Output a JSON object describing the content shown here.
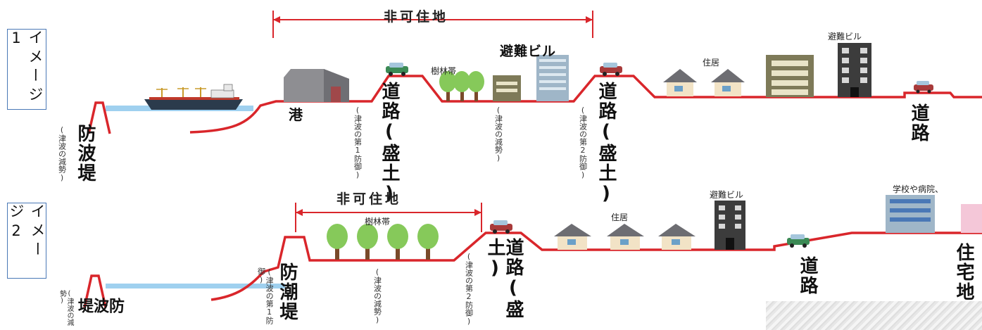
{
  "image1": {
    "label": "イメージ1",
    "header": "非可住地",
    "breakwater": "防波堤",
    "breakwater_note": "(津波の減勢)",
    "port": "港",
    "road1": "道路(盛土)",
    "road1_note": "(津波の第1防御)",
    "forest": "樹林帯",
    "forest_note": "(津波の減勢)",
    "evac_building": "避難ビル",
    "road2": "道路(盛土)",
    "road2_note": "(津波の第2防御)",
    "housing": "住居",
    "evac_building_small": "避難ビル",
    "road3": "道路"
  },
  "image2": {
    "label": "イメージ2",
    "header": "非可住地",
    "breakwater": "防波堤",
    "breakwater_note": "(津波の減勢)",
    "seawall": "防潮堤",
    "seawall_note": "(津波の第1防御)",
    "forest": "樹林帯",
    "forest_note": "(津波の減勢)",
    "road1": "道路(盛土)",
    "road1_note": "(津波の第2防御)",
    "housing": "住居",
    "evac_building": "避難ビル",
    "road2": "道路",
    "school": "学校や病院、",
    "residential": "住宅地"
  },
  "colors": {
    "ground": "#d9262b",
    "sea": "#6fb3e0",
    "box_border": "#4a78b6",
    "tree": "#86c95a",
    "trunk": "#7a4a2a"
  }
}
